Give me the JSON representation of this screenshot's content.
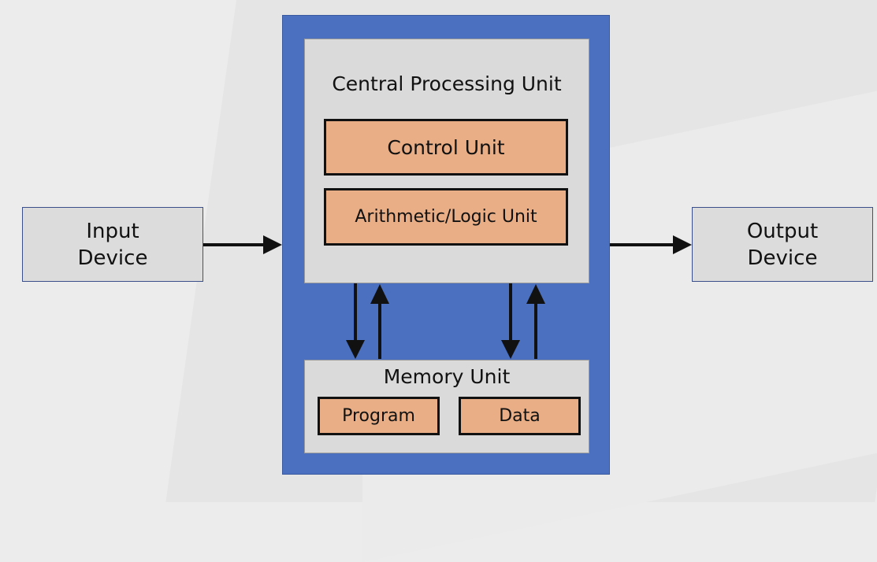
{
  "input_device": {
    "label_line1": "Input",
    "label_line2": "Device"
  },
  "output_device": {
    "label_line1": "Output",
    "label_line2": "Device"
  },
  "cpu": {
    "title": "Central Processing Unit",
    "control_unit": "Control Unit",
    "alu": "Arithmetic/Logic Unit"
  },
  "memory": {
    "title": "Memory Unit",
    "program": "Program",
    "data": "Data"
  },
  "colors": {
    "cpu_frame": "#4a70bf",
    "component_fill": "#e9ae86",
    "panel_fill": "#dadada",
    "arrow": "#111111"
  }
}
